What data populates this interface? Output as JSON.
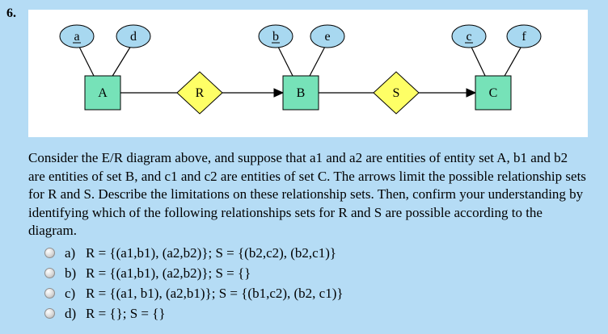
{
  "question_number": "6.",
  "colors": {
    "page_bg": "#b5dcf5",
    "panel_bg": "#ffffff",
    "attribute_fill": "#a8d8f0",
    "entity_fill": "#76e2b8",
    "relationship_fill": "#feff66"
  },
  "diagram": {
    "attributes": [
      {
        "label": "a",
        "key": true,
        "of": "A"
      },
      {
        "label": "d",
        "key": false,
        "of": "A"
      },
      {
        "label": "b",
        "key": true,
        "of": "B"
      },
      {
        "label": "e",
        "key": false,
        "of": "B"
      },
      {
        "label": "c",
        "key": true,
        "of": "C"
      },
      {
        "label": "f",
        "key": false,
        "of": "C"
      }
    ],
    "entities": [
      {
        "label": "A"
      },
      {
        "label": "B"
      },
      {
        "label": "C"
      }
    ],
    "relationships": [
      {
        "label": "R",
        "connects": "A-B",
        "arrow_into": "B"
      },
      {
        "label": "S",
        "connects": "B-C",
        "arrow_into": "C"
      }
    ]
  },
  "question_text": "Consider the E/R diagram above, and suppose that a1 and a2 are entities of entity set A, b1 and b2 are entities of set B, and c1 and c2 are entities of set C. The arrows limit the possible relationship sets for R and S. Describe the limitations on these relationship sets. Then, confirm your understanding by identifying which of the following relationships sets for R and S are possible according to the diagram.",
  "options": [
    {
      "key": "a)",
      "text": "R = {(a1,b1), (a2,b2)}; S = {(b2,c2), (b2,c1)}"
    },
    {
      "key": "b)",
      "text": "R = {(a1,b1), (a2,b2)}; S = {}"
    },
    {
      "key": "c)",
      "text": "R = {(a1, b1), (a2,b1)}; S = {(b1,c2), (b2, c1)}"
    },
    {
      "key": "d)",
      "text": "R = {}; S = {}"
    }
  ]
}
